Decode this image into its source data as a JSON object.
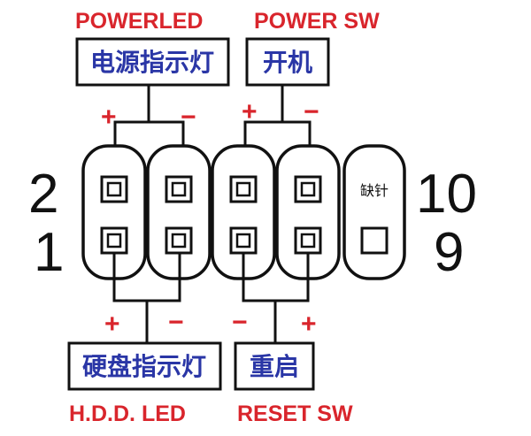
{
  "top_labels": {
    "power_led_en": "POWERLED",
    "power_led_cn": "电源指示灯",
    "power_sw_en": "POWER SW",
    "power_sw_cn": "开机"
  },
  "bottom_labels": {
    "hdd_led_cn": "硬盘指示灯",
    "hdd_led_en": "H.D.D. LED",
    "reset_cn": "重启",
    "reset_en": "RESET SW"
  },
  "pin_numbers": {
    "top_left": "2",
    "bottom_left": "1",
    "top_right": "10",
    "bottom_right": "9"
  },
  "missing_pin_label": "缺针",
  "signs": {
    "plus": "+",
    "minus": "−"
  },
  "colors": {
    "label_red": "#d9252c",
    "label_blue": "#2a36a6",
    "line": "#111111"
  }
}
